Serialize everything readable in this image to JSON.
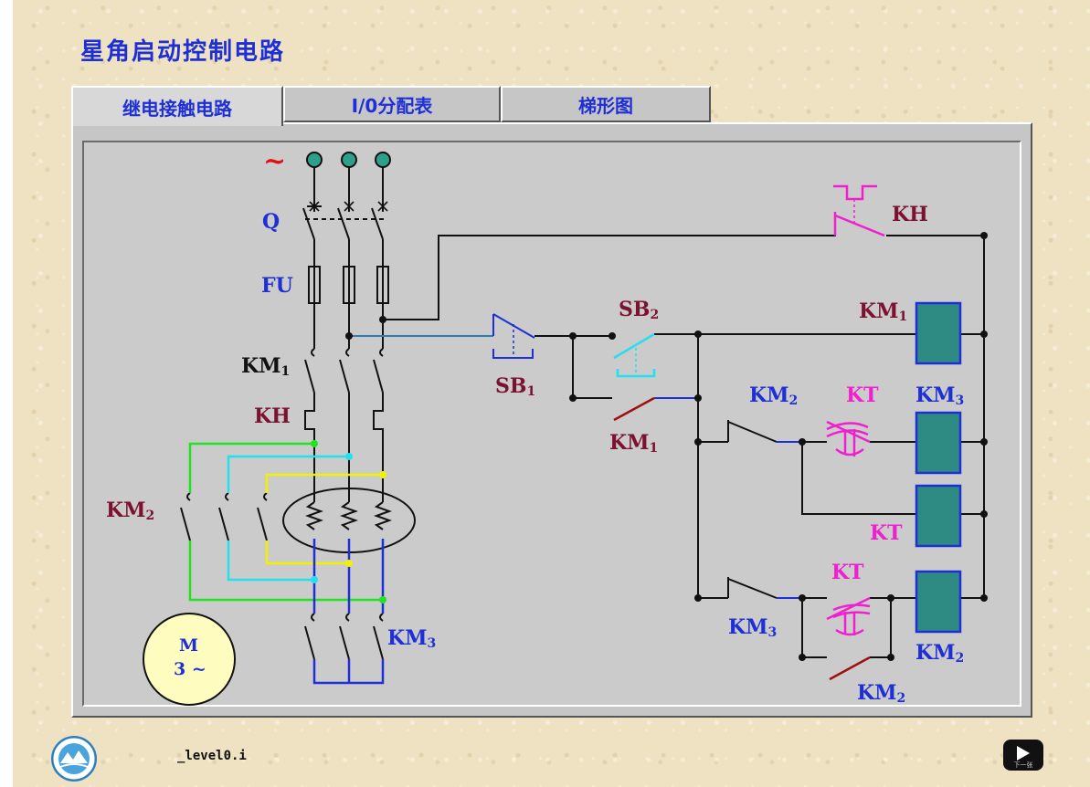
{
  "title": "星角启动控制电路",
  "tabs": [
    {
      "label": "继电接触电路",
      "active": true
    },
    {
      "label": "I/0分配表",
      "active": false
    },
    {
      "label": "梯形图",
      "active": false
    }
  ],
  "diagram": {
    "ac_symbol": "~",
    "labels": {
      "q": "Q",
      "fu": "FU",
      "km1_main": "KM",
      "km1_main_sub": "1",
      "kh_main": "KH",
      "km2_main": "KM",
      "km2_main_sub": "2",
      "km3_main": "KM",
      "km3_main_sub": "3",
      "motor_m": "M",
      "motor_phase": "3 ~",
      "kh_ctrl": "KH",
      "sb2": "SB",
      "sb2_sub": "2",
      "sb1": "SB",
      "sb1_sub": "1",
      "km1_contact": "KM",
      "km1_contact_sub": "1",
      "km1_coil": "KM",
      "km1_coil_sub": "1",
      "km2_nc": "KM",
      "km2_nc_sub": "2",
      "kt_nc": "KT",
      "km3_coil": "KM",
      "km3_coil_sub": "3",
      "kt_coil": "KT",
      "km3_nc": "KM",
      "km3_nc_sub": "3",
      "kt_no": "KT",
      "km2_coil": "KM",
      "km2_coil_sub": "2",
      "km2_hold": "KM",
      "km2_hold_sub": "2"
    }
  },
  "footer": {
    "filename": "_level0.i",
    "next_caption": "下一张"
  },
  "colors": {
    "title_blue": "#1e2fd6",
    "coil_teal": "#2e8b84",
    "phase_green": "#22e322",
    "phase_cyan": "#22e0ee",
    "phase_yellow": "#f2f200",
    "timer_magenta": "#f020d0"
  }
}
